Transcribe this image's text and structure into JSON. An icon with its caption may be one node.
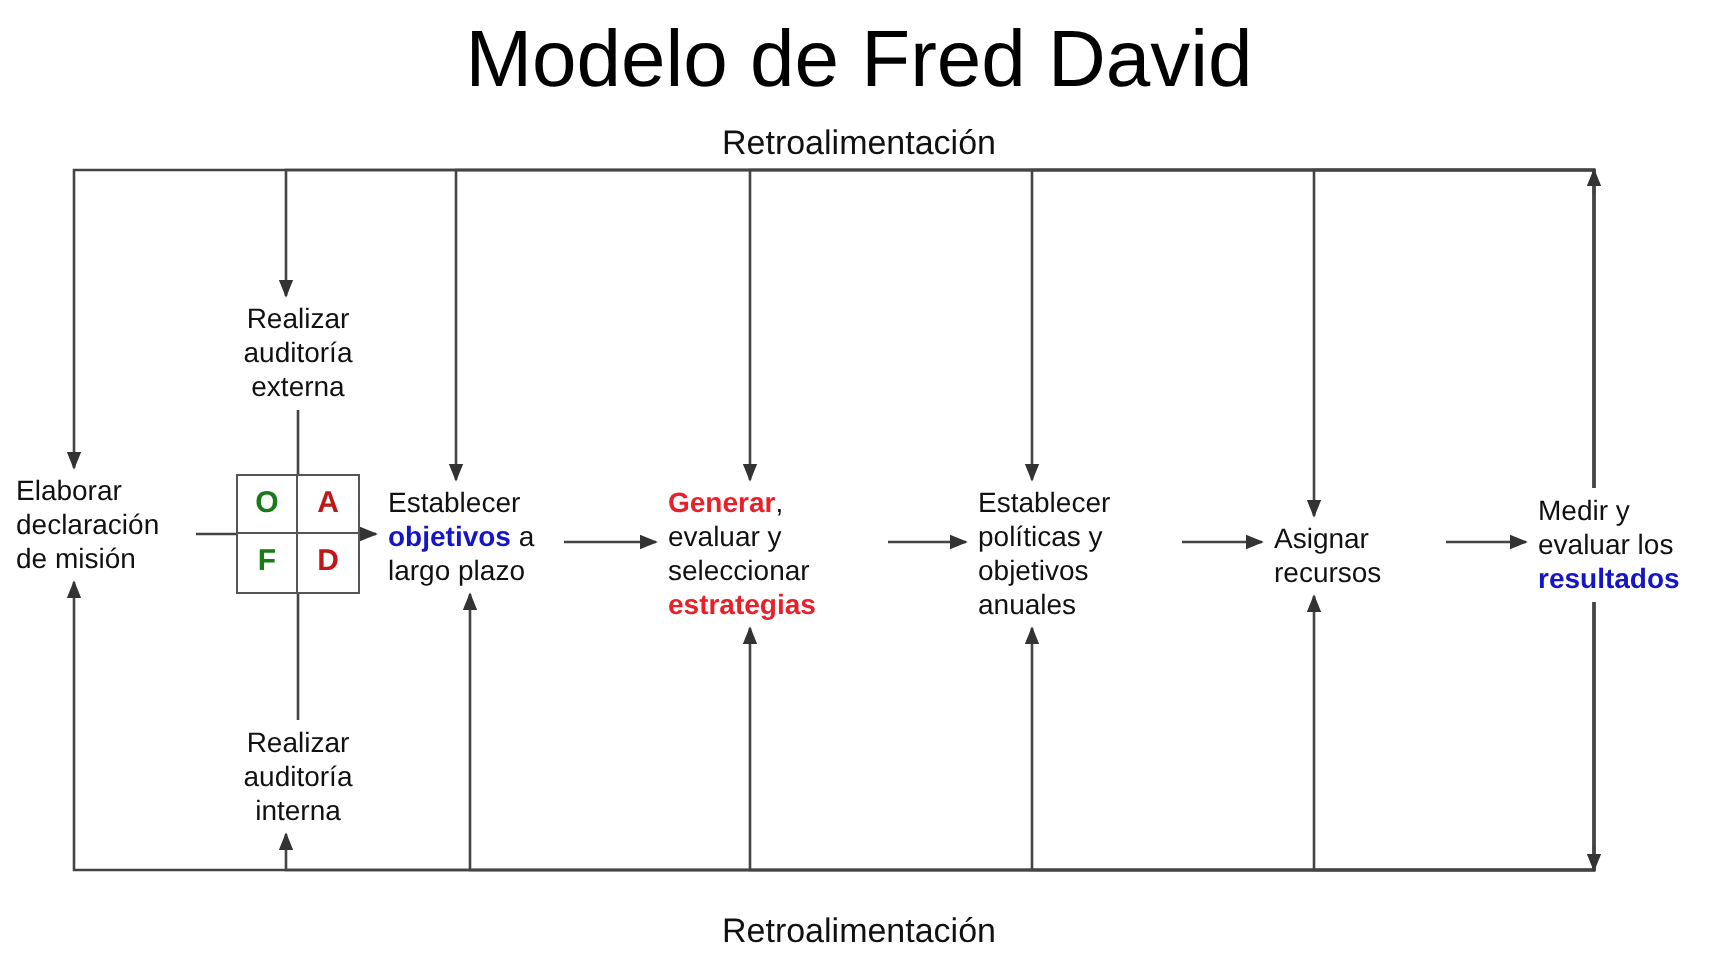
{
  "diagram": {
    "title": "Modelo de Fred David",
    "nodes": [
      {
        "text": [
          "Elaborar declaración de misión"
        ]
      },
      {
        "text": [
          "Realizar auditoría externa"
        ]
      },
      {
        "text": [
          "O",
          "A",
          "F",
          "D"
        ]
      },
      {
        "text": [
          "Realizar auditoría interna"
        ]
      },
      {
        "text": [
          "Establecer **objetivos** a largo plazo"
        ]
      },
      {
        "text": [
          "**Generar**, evaluar y seleccionar **estrategias**"
        ]
      },
      {
        "text": [
          "Establecer políticas y objetivos anuales"
        ]
      },
      {
        "text": [
          "Asignar recursos"
        ]
      },
      {
        "text": [
          "Medir y evaluar los **resultados**"
        ]
      }
    ],
    "edges": [
      {
        "from": 0,
        "to": 2,
        "arrow": "none"
      },
      {
        "from": 2,
        "to": 4,
        "arrow": "to"
      },
      {
        "from": 1,
        "to": 2,
        "arrow": "none"
      },
      {
        "from": 3,
        "to": 2,
        "arrow": "none"
      },
      {
        "from": 4,
        "to": 5,
        "arrow": "to"
      },
      {
        "from": 5,
        "to": 6,
        "arrow": "to"
      },
      {
        "from": 6,
        "to": 7,
        "arrow": "to"
      },
      {
        "from": 7,
        "to": 8,
        "arrow": "to"
      },
      {
        "from": 8,
        "to": 0,
        "arrow": "to"
      },
      {
        "from": 8,
        "to": 1,
        "arrow": "to"
      },
      {
        "from": 8,
        "to": 4,
        "arrow": "to"
      },
      {
        "from": 8,
        "to": 5,
        "arrow": "to"
      },
      {
        "from": 8,
        "to": 6,
        "arrow": "to"
      },
      {
        "from": 8,
        "to": 7,
        "arrow": "to"
      },
      {
        "from": 8,
        "to": 0,
        "arrow": "to"
      },
      {
        "from": 8,
        "to": 3,
        "arrow": "to"
      },
      {
        "from": 8,
        "to": 4,
        "arrow": "to"
      },
      {
        "from": 8,
        "to": 5,
        "arrow": "to"
      },
      {
        "from": 8,
        "to": 6,
        "arrow": "to"
      },
      {
        "from": 8,
        "to": 7,
        "arrow": "to"
      }
    ],
    "labels": [
      "Retroalimentación",
      "Retroalimentación"
    ]
  }
}
